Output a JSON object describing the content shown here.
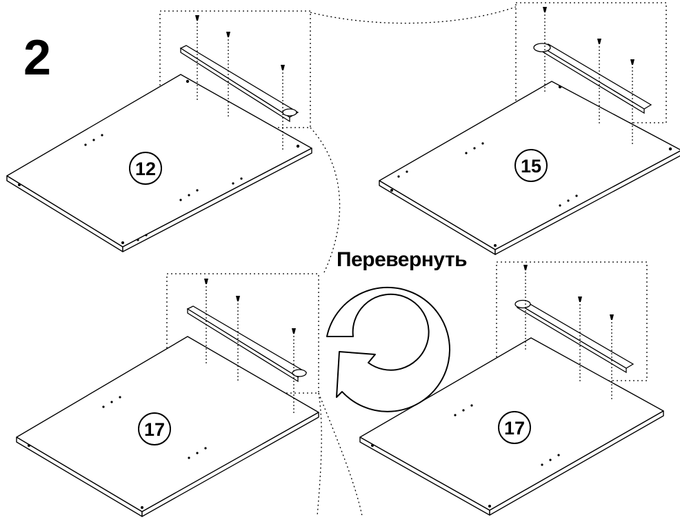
{
  "step": {
    "number": "2"
  },
  "instruction": {
    "label": "Перевернуть"
  },
  "parts": [
    {
      "id": "12"
    },
    {
      "id": "15"
    },
    {
      "id": "17"
    },
    {
      "id": "17"
    }
  ]
}
